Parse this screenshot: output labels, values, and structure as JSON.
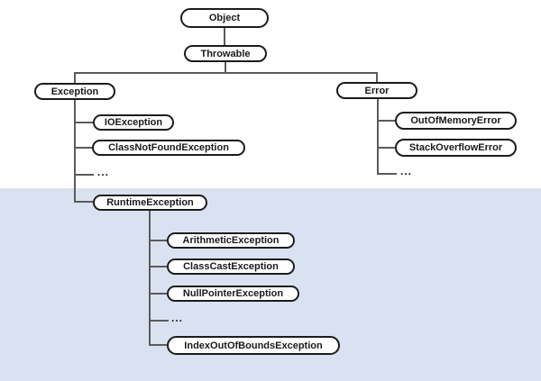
{
  "diagram": {
    "type": "tree",
    "nodes": {
      "object": {
        "label": "Object"
      },
      "throwable": {
        "label": "Throwable"
      },
      "exception": {
        "label": "Exception"
      },
      "error": {
        "label": "Error"
      },
      "io_exception": {
        "label": "IOException"
      },
      "class_not_found_exception": {
        "label": "ClassNotFoundException"
      },
      "exception_ellipsis": {
        "label": "..."
      },
      "runtime_exception": {
        "label": "RuntimeException"
      },
      "arithmetic_exception": {
        "label": "ArithmeticException"
      },
      "class_cast_exception": {
        "label": "ClassCastException"
      },
      "null_pointer_exception": {
        "label": "NullPointerException"
      },
      "runtime_ellipsis": {
        "label": "..."
      },
      "index_out_of_bounds_exception": {
        "label": "IndexOutOfBoundsException"
      },
      "out_of_memory_error": {
        "label": "OutOfMemoryError"
      },
      "stack_overflow_error": {
        "label": "StackOverflowError"
      },
      "error_ellipsis": {
        "label": "..."
      }
    },
    "edges": [
      [
        "Object",
        "Throwable"
      ],
      [
        "Throwable",
        "Exception"
      ],
      [
        "Throwable",
        "Error"
      ],
      [
        "Exception",
        "IOException"
      ],
      [
        "Exception",
        "ClassNotFoundException"
      ],
      [
        "Exception",
        "..."
      ],
      [
        "Exception",
        "RuntimeException"
      ],
      [
        "RuntimeException",
        "ArithmeticException"
      ],
      [
        "RuntimeException",
        "ClassCastException"
      ],
      [
        "RuntimeException",
        "NullPointerException"
      ],
      [
        "RuntimeException",
        "..."
      ],
      [
        "RuntimeException",
        "IndexOutOfBoundsException"
      ],
      [
        "Error",
        "OutOfMemoryError"
      ],
      [
        "Error",
        "StackOverflowError"
      ],
      [
        "Error",
        "..."
      ]
    ],
    "colors": {
      "highlight_band": "#dae2f1",
      "node_fill": "#ffffff",
      "node_border": "#1c1c1c",
      "connector": "#5b5b5b",
      "background": "#ffffff"
    }
  }
}
